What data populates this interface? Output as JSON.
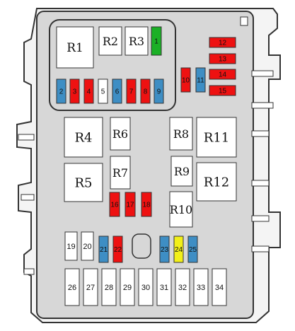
{
  "colors": {
    "housing": "#d7d7d7",
    "outline": "#333333",
    "relay": "#ffffff",
    "red": "#ee1111",
    "blue": "#3e8ec4",
    "green": "#1bb026",
    "yellow": "#f2ef19",
    "white": "#ffffff"
  },
  "relays": [
    {
      "id": "R1",
      "label": "R1"
    },
    {
      "id": "R2",
      "label": "R2"
    },
    {
      "id": "R3",
      "label": "R3"
    },
    {
      "id": "R4",
      "label": "R4"
    },
    {
      "id": "R5",
      "label": "R5"
    },
    {
      "id": "R6",
      "label": "R6"
    },
    {
      "id": "R7",
      "label": "R7"
    },
    {
      "id": "R8",
      "label": "R8"
    },
    {
      "id": "R9",
      "label": "R9"
    },
    {
      "id": "R10",
      "label": "R10"
    },
    {
      "id": "R11",
      "label": "R11"
    },
    {
      "id": "R12",
      "label": "R12"
    }
  ],
  "fuses": [
    {
      "label": "1",
      "color": "green"
    },
    {
      "label": "2",
      "color": "blue"
    },
    {
      "label": "3",
      "color": "red"
    },
    {
      "label": "4",
      "color": "red"
    },
    {
      "label": "5",
      "color": "white"
    },
    {
      "label": "6",
      "color": "blue"
    },
    {
      "label": "7",
      "color": "red"
    },
    {
      "label": "8",
      "color": "red"
    },
    {
      "label": "9",
      "color": "blue"
    },
    {
      "label": "10",
      "color": "red"
    },
    {
      "label": "11",
      "color": "blue"
    },
    {
      "label": "12",
      "color": "red"
    },
    {
      "label": "13",
      "color": "red"
    },
    {
      "label": "14",
      "color": "red"
    },
    {
      "label": "15",
      "color": "red"
    },
    {
      "label": "16",
      "color": "red"
    },
    {
      "label": "17",
      "color": "red"
    },
    {
      "label": "18",
      "color": "red"
    },
    {
      "label": "19",
      "color": "white"
    },
    {
      "label": "20",
      "color": "white"
    },
    {
      "label": "21",
      "color": "blue"
    },
    {
      "label": "22",
      "color": "red"
    },
    {
      "label": "23",
      "color": "blue"
    },
    {
      "label": "24",
      "color": "yellow"
    },
    {
      "label": "25",
      "color": "blue"
    },
    {
      "label": "26",
      "color": "white"
    },
    {
      "label": "27",
      "color": "white"
    },
    {
      "label": "28",
      "color": "white"
    },
    {
      "label": "29",
      "color": "white"
    },
    {
      "label": "30",
      "color": "white"
    },
    {
      "label": "31",
      "color": "white"
    },
    {
      "label": "32",
      "color": "white"
    },
    {
      "label": "33",
      "color": "white"
    },
    {
      "label": "34",
      "color": "white"
    }
  ]
}
